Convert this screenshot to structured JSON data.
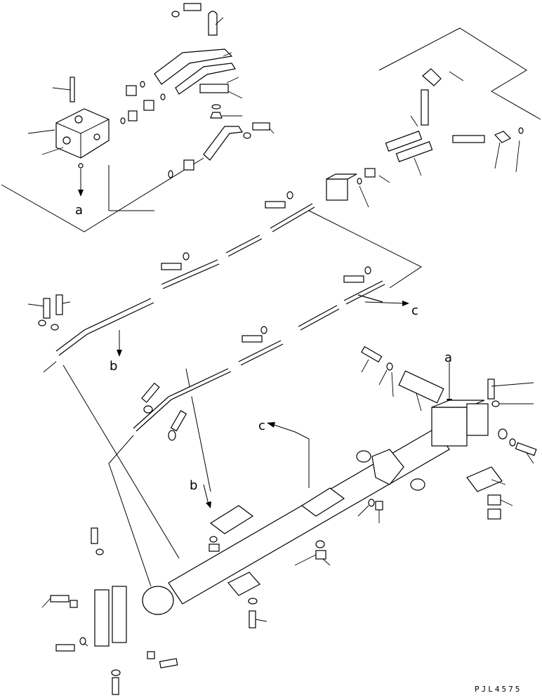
{
  "diagram": {
    "callouts": {
      "a_upper": "a",
      "a_lower": "a",
      "b_upper": "b",
      "b_lower": "b",
      "c_upper": "c",
      "c_lower": "c"
    },
    "drawing_code": "PJL4575"
  }
}
